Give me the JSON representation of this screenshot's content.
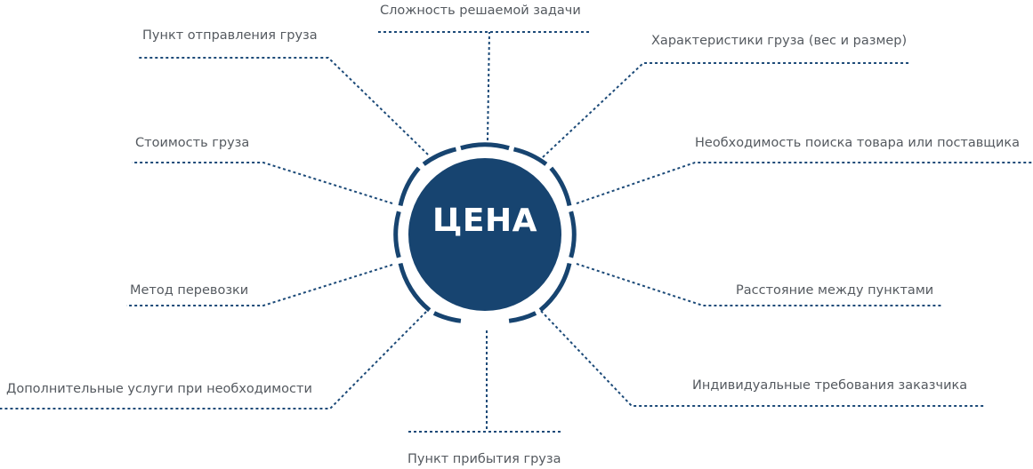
{
  "center": {
    "label": "ЦЕНА"
  },
  "factors": [
    {
      "label": "Сложность решаемой задачи"
    },
    {
      "label": "Характеристики груза (вес и размер)"
    },
    {
      "label": "Необходимость поиска товара или поставщика"
    },
    {
      "label": "Расстояние между пунктами"
    },
    {
      "label": "Индивидуальные требования заказчика"
    },
    {
      "label": "Пункт прибытия груза"
    },
    {
      "label": "Дополнительные услуги при необходимости"
    },
    {
      "label": "Метод перевозки"
    },
    {
      "label": "Стоимость груза"
    },
    {
      "label": "Пункт отправления груза"
    }
  ],
  "colors": {
    "primary": "#174470",
    "line": "#1c4a78",
    "text": "#555a60"
  }
}
